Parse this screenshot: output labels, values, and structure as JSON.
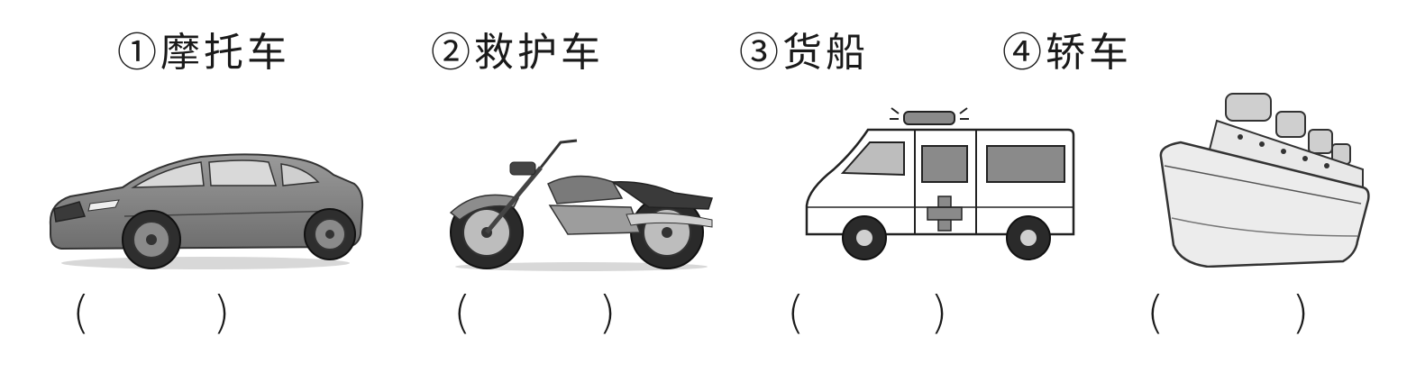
{
  "labels": [
    {
      "num": "①",
      "text": "摩托车"
    },
    {
      "num": "②",
      "text": "救护车"
    },
    {
      "num": "③",
      "text": "货船"
    },
    {
      "num": "④",
      "text": "轿车"
    }
  ],
  "pictures": [
    "car-image",
    "motorcycle-image",
    "ambulance-image",
    "ship-image"
  ],
  "answer_blanks": [
    {
      "open": "(",
      "close": ")"
    },
    {
      "open": "(",
      "close": ")"
    },
    {
      "open": "(",
      "close": ")"
    },
    {
      "open": "(",
      "close": ")"
    }
  ]
}
